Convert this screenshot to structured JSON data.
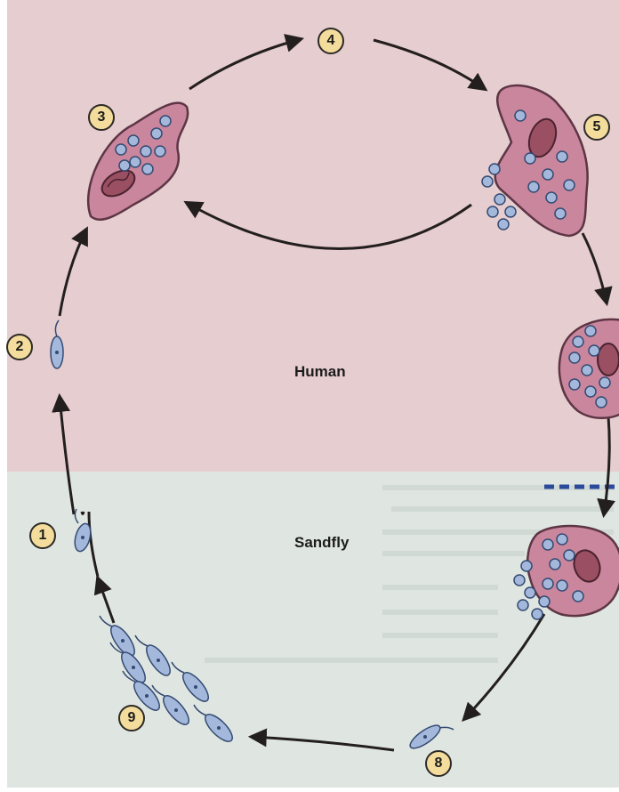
{
  "regions": {
    "human": "Human",
    "sandfly": "Sandfly"
  },
  "steps": [
    "1",
    "2",
    "3",
    "4",
    "5",
    "8",
    "9"
  ],
  "colors": {
    "human_bg": "#e6cdcf",
    "sandfly_bg": "#dfe6e1",
    "page_bg": "#ffffff",
    "cell_membrane": "#c9869c",
    "cell_outline": "#5d3545",
    "parasite_fill": "#a4b8dc",
    "parasite_outline": "#344a72",
    "step_badge": "#f3dc9c",
    "arrow": "#241f1f",
    "boundary_dash": "#2b4a9a"
  },
  "icons": [
    "macrophage-icon",
    "amastigote-icon",
    "promastigote-icon",
    "flow-arrow-icon"
  ]
}
